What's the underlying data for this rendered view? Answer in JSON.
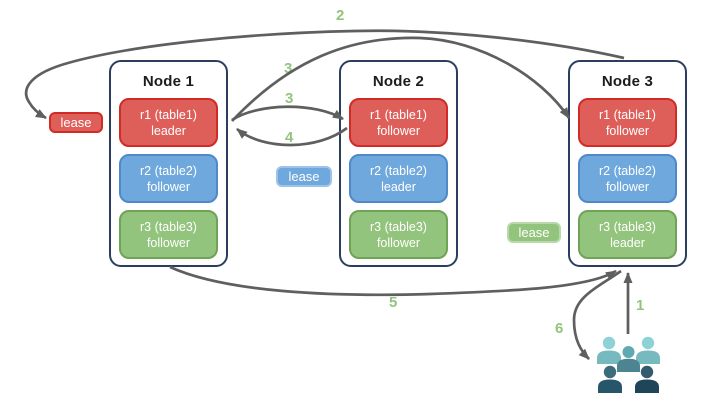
{
  "nodes": [
    {
      "title": "Node 1",
      "replicas": [
        {
          "name": "r1 (table1)",
          "role": "leader"
        },
        {
          "name": "r2 (table2)",
          "role": "follower"
        },
        {
          "name": "r3 (table3)",
          "role": "follower"
        }
      ]
    },
    {
      "title": "Node 2",
      "replicas": [
        {
          "name": "r1 (table1)",
          "role": "follower"
        },
        {
          "name": "r2 (table2)",
          "role": "leader"
        },
        {
          "name": "r3 (table3)",
          "role": "follower"
        }
      ]
    },
    {
      "title": "Node 3",
      "replicas": [
        {
          "name": "r1 (table1)",
          "role": "follower"
        },
        {
          "name": "r2 (table2)",
          "role": "follower"
        },
        {
          "name": "r3 (table3)",
          "role": "leader"
        }
      ]
    }
  ],
  "leases": [
    {
      "label": "lease",
      "color": "#de5f5a"
    },
    {
      "label": "lease",
      "color": "#6fa8dc"
    },
    {
      "label": "lease",
      "color": "#93c47d"
    }
  ],
  "steps": [
    "1",
    "2",
    "3",
    "3",
    "4",
    "5",
    "6"
  ],
  "colors": {
    "node_border": "#2b3e5f",
    "red_fill": "#de5f5a",
    "red_border": "#d02c25",
    "blue_fill": "#6fa8dc",
    "blue_border": "#5089c9",
    "green_fill": "#93c47d",
    "green_border": "#6fa457",
    "arrow": "#5f5f5f",
    "step_label": "#93c47d",
    "users_light": "#8ed2d6",
    "users_mid": "#5fa9b1",
    "users_dark": "#2b5a6b"
  },
  "icons": {
    "users": "users-group-icon"
  }
}
